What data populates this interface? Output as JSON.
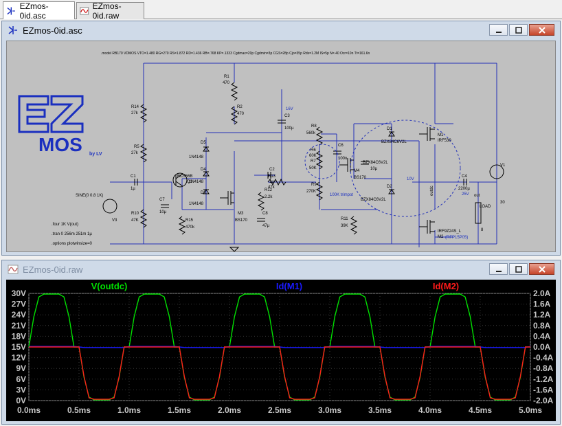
{
  "tabs": [
    {
      "label": "EZmos-0id.asc",
      "icon": "schematic-icon"
    },
    {
      "label": "EZmos-0id.raw",
      "icon": "waveform-icon"
    }
  ],
  "schematic_window": {
    "title": "EZmos-0id.asc",
    "model_line": ".model RB170 VDMOS VTO=1.480 RG=270 RS=1.872 RD=1.436 RB=.768 KP=.1333 Cgdmax=20p Cgdmin=3p CGS=28p Cjo=35p Rds=1.2M IS=5p N=.40 Ocr=10n Tt=161.6n",
    "logo_text": "MOS",
    "logo_by": "by LV",
    "labels": {
      "r1": "R1",
      "r1v": "470",
      "r2": "R2",
      "r2v": "470",
      "r14": "R14",
      "r14v": "27k",
      "r5": "R5",
      "r5v": "27k",
      "r10": "R10",
      "r10v": "47K",
      "r15": "R15",
      "r15v": "470k",
      "r8": "R8",
      "r8v": "560k",
      "r6": "R6",
      "r6v": "60K",
      "r7": "R7",
      "r7v": "50K",
      "r9": "R9",
      "r9v": "270K",
      "r11": "R11",
      "r11v": "39K",
      "r12": "R12",
      "r12v": "2.2k",
      "r13": "R13",
      "r13v": "47k",
      "c1": "C1",
      "c1v": "1µ",
      "c2": "C2",
      "c2v": "1µ",
      "c3": "C3",
      "c3v": "100µ",
      "c4": "C4",
      "c4v": "2200µ",
      "c4v2": "25V",
      "c6": "C6",
      "c6v": "100n",
      "c7": "C7",
      "c7v": "10µ",
      "c8": "C8",
      "c8v": "47µ",
      "d1": "D1",
      "d1v": "BZX84C6V2L",
      "d2": "D2",
      "d2v": "BZX84C6V2L",
      "d3": "D3",
      "d3v": "1N4148",
      "d4": "D4",
      "d4v": "1N4148",
      "d5": "D5",
      "d5v": "1N4148",
      "q1": "Q1",
      "q1v": "BC556B",
      "m1": "M1",
      "m1v": "IRF530",
      "m2": "M2",
      "m2v": "IRF9Z24S_L",
      "m2v2": "(RFP15P05)",
      "m3": "M3",
      "m3v": "BS170",
      "m4": "M4",
      "m4v": "BS170",
      "dz": "BZX84C6V2L",
      "c5v": "10µ",
      "v1": "V1",
      "v1v": "30",
      "v3": "V3",
      "sine": "SINE(0 0.8 1K)",
      "v16": "16V",
      "v10": "10V",
      "trim": "100K trimpot",
      "outdc": "outdc",
      "out": "out",
      "load": "LOAD",
      "load_v": "8",
      "four": ".four 1K V(out)",
      "tran": ".tran 0 256m 251m 1µ",
      "options": ".options plotwinsize=0"
    }
  },
  "waveform_window": {
    "title": "EZmos-0id.raw",
    "y_left_ticks": [
      "30V",
      "27V",
      "24V",
      "21V",
      "18V",
      "15V",
      "12V",
      "9V",
      "6V",
      "3V",
      "0V"
    ],
    "y_right_ticks": [
      "2.0A",
      "1.6A",
      "1.2A",
      "0.8A",
      "0.4A",
      "0.0A",
      "-0.4A",
      "-0.8A",
      "-1.2A",
      "-1.6A",
      "-2.0A"
    ],
    "x_ticks": [
      "0.0ms",
      "0.5ms",
      "1.0ms",
      "1.5ms",
      "2.0ms",
      "2.5ms",
      "3.0ms",
      "3.5ms",
      "4.0ms",
      "4.5ms",
      "5.0ms"
    ]
  },
  "chart_data": {
    "type": "line",
    "title": "",
    "x_unit": "ms",
    "xlim": [
      0,
      5
    ],
    "ylim_left": [
      0,
      30
    ],
    "ylim_right": [
      -2,
      2
    ],
    "grid": true,
    "series": [
      {
        "name": "V(outdc)",
        "color": "#00e000",
        "axis": "left",
        "x": [
          0.0,
          0.05,
          0.1,
          0.15,
          0.2,
          0.25,
          0.3,
          0.35,
          0.4,
          0.45,
          0.5,
          0.55,
          0.6,
          0.65,
          0.7,
          0.75,
          0.8,
          0.85,
          0.9,
          0.95,
          1.0
        ],
        "y": [
          15.0,
          23.5,
          29.0,
          29.8,
          29.8,
          29.8,
          29.8,
          29.0,
          23.5,
          15.0,
          15.0,
          6.5,
          1.0,
          0.2,
          0.2,
          0.2,
          0.2,
          1.0,
          6.5,
          15.0,
          15.0
        ],
        "period_ms": 1.0
      },
      {
        "name": "Id(M1)",
        "color": "#1a1aff",
        "axis": "right",
        "x": [
          0.0,
          0.05,
          0.1,
          0.15,
          0.2,
          0.25,
          0.3,
          0.35,
          0.4,
          0.45,
          0.5,
          0.55,
          0.6,
          0.65,
          0.7,
          0.75,
          0.8,
          0.85,
          0.9,
          0.95,
          1.0
        ],
        "y": [
          0.02,
          0.02,
          0.02,
          0.02,
          0.02,
          0.02,
          0.02,
          0.02,
          0.02,
          0.02,
          0.0,
          -0.02,
          -0.02,
          -0.02,
          -0.02,
          -0.02,
          -0.02,
          -0.02,
          -0.02,
          -0.02,
          0.02
        ],
        "period_ms": 1.0
      },
      {
        "name": "Id(M2)",
        "color": "#ff1a1a",
        "axis": "right",
        "x": [
          0.0,
          0.05,
          0.1,
          0.15,
          0.2,
          0.25,
          0.3,
          0.35,
          0.4,
          0.45,
          0.5,
          0.55,
          0.6,
          0.65,
          0.7,
          0.75,
          0.8,
          0.85,
          0.9,
          0.95,
          1.0
        ],
        "y": [
          0.0,
          0.0,
          0.0,
          0.0,
          0.0,
          0.0,
          0.0,
          0.0,
          0.0,
          0.0,
          0.0,
          -1.1,
          -1.9,
          -1.95,
          -1.95,
          -1.95,
          -1.95,
          -1.9,
          -1.1,
          0.0,
          0.0
        ],
        "period_ms": 1.0
      }
    ]
  }
}
